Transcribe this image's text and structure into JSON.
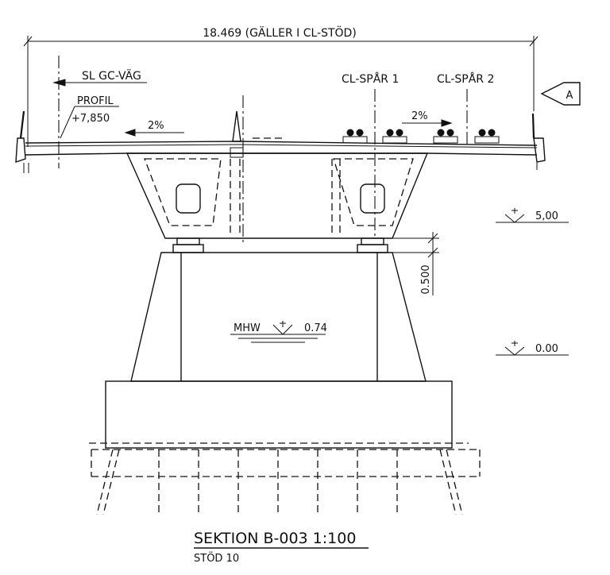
{
  "overall_width_label": "18.469 (GÄLLER I CL-STÖD)",
  "sl_gc_vag": "SL GC-VÄG",
  "profil": "PROFIL",
  "profil_value": "+7,850",
  "slope_left": "2%",
  "slope_right": "2%",
  "cl_spar_1": "CL-SPÅR 1",
  "cl_spar_2": "CL-SPÅR 2",
  "section_mark": "A",
  "level_top": "5,00",
  "level_zero": "0.00",
  "mhw_label": "MHW",
  "mhw_value": "0.74",
  "dim_500": "0.500",
  "title": "SEKTION  B-003  1:100",
  "subtitle": "STÖD 10"
}
